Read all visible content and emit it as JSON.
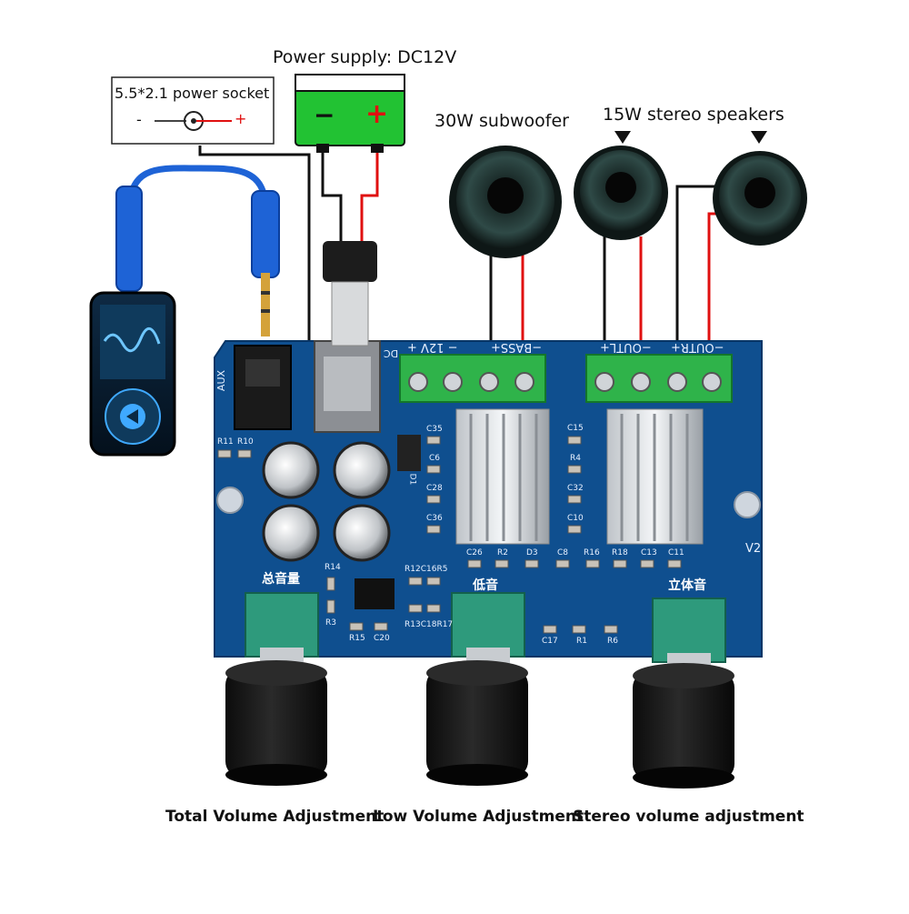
{
  "labels": {
    "power_supply": "Power supply: DC12V",
    "power_socket": "5.5*2.1 power socket",
    "socket_minus": "-",
    "socket_plus": "+",
    "battery_minus": "−",
    "battery_plus": "+",
    "subwoofer": "30W subwoofer",
    "stereo": "15W stereo speakers",
    "total_volume": "Total Volume Adjustment",
    "low_volume": "Low Volume Adjustment",
    "stereo_volume": "Stereo volume adjustment"
  },
  "pcb": {
    "aux": "AUX",
    "dc": "DC",
    "power_terminal": "− 12V +",
    "bass_terminal": "−BASS+",
    "outl_terminal": "−OUTL+",
    "outr_terminal": "−OUTR+",
    "version": "V2",
    "knob_total": "总音量",
    "knob_bass": "低音",
    "knob_stereo": "立体音",
    "refs": [
      "R11",
      "R10",
      "C35",
      "C6",
      "C28",
      "C36",
      "C15",
      "R4",
      "C32",
      "C10",
      "C26",
      "R2",
      "D3",
      "C8",
      "R16",
      "R18",
      "C13",
      "C11",
      "R14",
      "R12C16R5",
      "R3",
      "R15",
      "C20",
      "R13C18R17",
      "C17",
      "R1",
      "R6",
      "D1"
    ]
  },
  "colors": {
    "pcb": "#0f4f8f",
    "terminal": "#2fb34a",
    "battery": "#22c233",
    "wire_red": "#e01010",
    "wire_black": "#111111",
    "cable": "#1e63d6"
  }
}
